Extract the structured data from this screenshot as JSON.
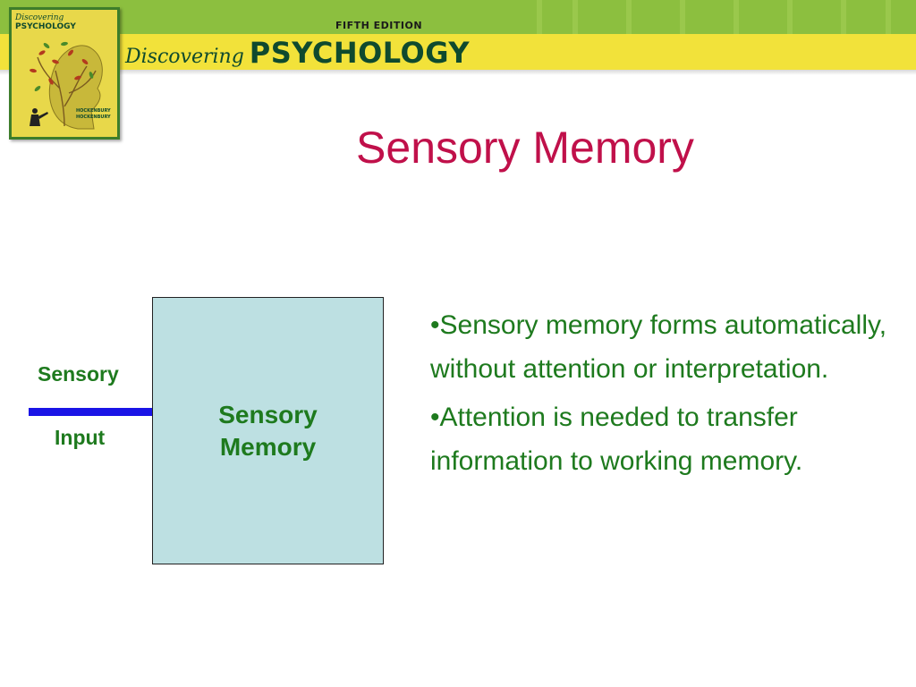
{
  "header": {
    "edition": "FIFTH EDITION",
    "brand_small": "Discovering",
    "brand_big": "PSYCHOLOGY",
    "colors": {
      "green": "#8cbf3f",
      "yellow": "#f2e23a",
      "text": "#0f4a2e"
    }
  },
  "cover": {
    "title_small": "Discovering",
    "title_big": "PSYCHOLOGY",
    "author1": "HOCKENBURY",
    "author2": "HOCKENBURY",
    "icon": "book-cover-image"
  },
  "slide": {
    "title": "Sensory Memory",
    "title_color": "#c0104a",
    "text_color": "#1e7a1e"
  },
  "diagram": {
    "input_word1": "Sensory",
    "input_word2": "Input",
    "box_line1": "Sensory",
    "box_line2": "Memory",
    "box_color": "#bde0e2",
    "arrow_color": "#1a14e6"
  },
  "bullets": [
    "•Sensory memory forms automatically, without attention or interpretation.",
    "•Attention is needed to transfer information to working memory."
  ]
}
